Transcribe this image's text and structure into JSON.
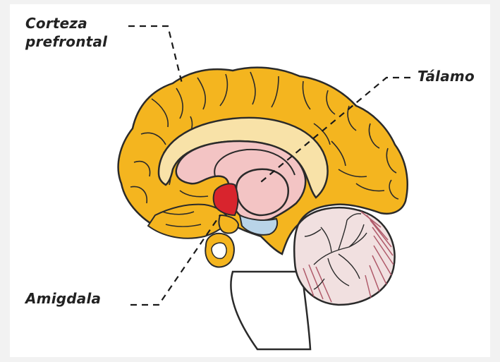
{
  "labels": {
    "corteza_line1": "Corteza",
    "corteza_line2": "prefrontal",
    "talamo": "Tálamo",
    "amigdala": "Amigdala"
  },
  "colors": {
    "background": "#ffffff",
    "cortex": "#f4b51f",
    "corpus_callosum": "#f8e2a8",
    "inner_region": "#f3c4c4",
    "amygdala": "#d8242d",
    "hypothalamus": "#b9d4e8",
    "cerebellum": "#f1e0e0",
    "outline": "#2a2a2a"
  },
  "icons": [
    "brain-sagittal-illustration"
  ]
}
